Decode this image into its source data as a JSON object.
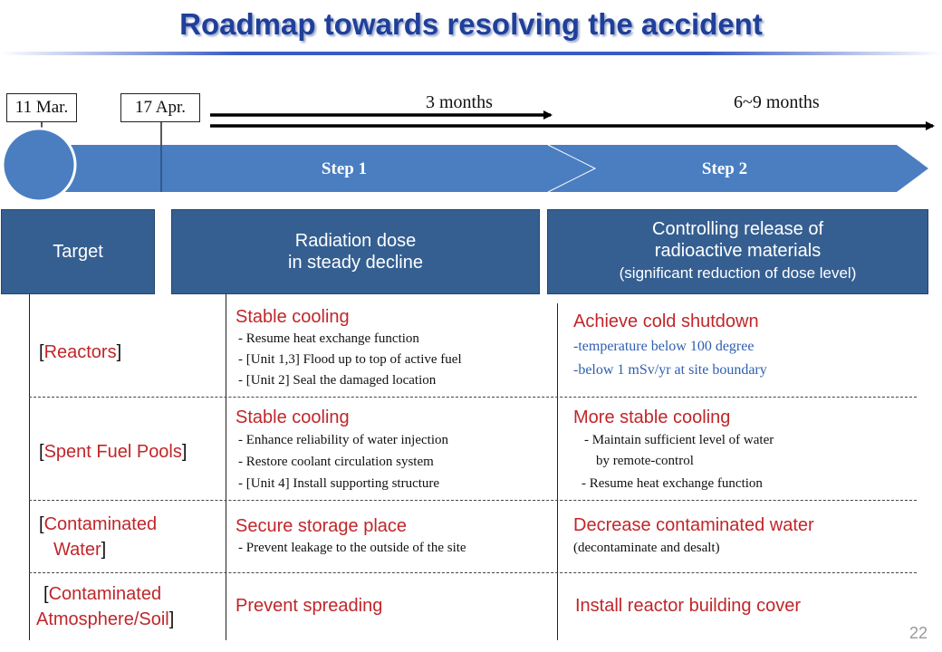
{
  "title": "Roadmap towards resolving the accident",
  "timeline": {
    "date1": "11 Mar.",
    "date2": "17 Apr.",
    "dur1": "3 months",
    "dur2": "6~9 months",
    "step1": "Step 1",
    "step2": "Step 2"
  },
  "headers": {
    "target": "Target",
    "step1_line1": "Radiation dose",
    "step1_line2": "in steady decline",
    "step2_line1": "Controlling release of",
    "step2_line2": "radioactive materials",
    "step2_line3": "(significant reduction of dose level)"
  },
  "rows": {
    "reactors": {
      "cat_open": "[",
      "cat": "Reactors",
      "cat_close": "]",
      "s1_head": "Stable cooling",
      "s1_items": [
        "- Resume heat exchange function",
        "- [Unit 1,3] Flood up to top of active fuel",
        "- [Unit 2] Seal the damaged location"
      ],
      "s2_head": "Achieve cold shutdown",
      "s2_items": [
        "-temperature below 100 degree",
        "-below 1 mSv/yr at site boundary"
      ]
    },
    "pools": {
      "cat_open": "[",
      "cat": "Spent Fuel Pools",
      "cat_close": "]",
      "s1_head": "Stable cooling",
      "s1_items": [
        "- Enhance reliability of water injection",
        "- Restore coolant circulation system",
        "- [Unit 4] Install supporting structure"
      ],
      "s2_head": "More stable cooling",
      "s2_items": [
        "- Maintain sufficient level of water",
        "by remote-control",
        "- Resume heat exchange function"
      ]
    },
    "water": {
      "cat_open": "[",
      "cat_line1": "Contaminated",
      "cat_line2": "Water",
      "cat_close": "]",
      "s1_head": "Secure storage place",
      "s1_items": [
        "- Prevent leakage to the outside of the site"
      ],
      "s2_head": "Decrease contaminated water",
      "s2_items": [
        "(decontaminate and desalt)"
      ]
    },
    "soil": {
      "cat_open": "[",
      "cat_line1": "Contaminated",
      "cat_line2": "Atmosphere/Soil",
      "cat_close": "]",
      "s1_head": "Prevent spreading",
      "s2_head": "Install reactor building cover"
    }
  },
  "page_number": "22"
}
